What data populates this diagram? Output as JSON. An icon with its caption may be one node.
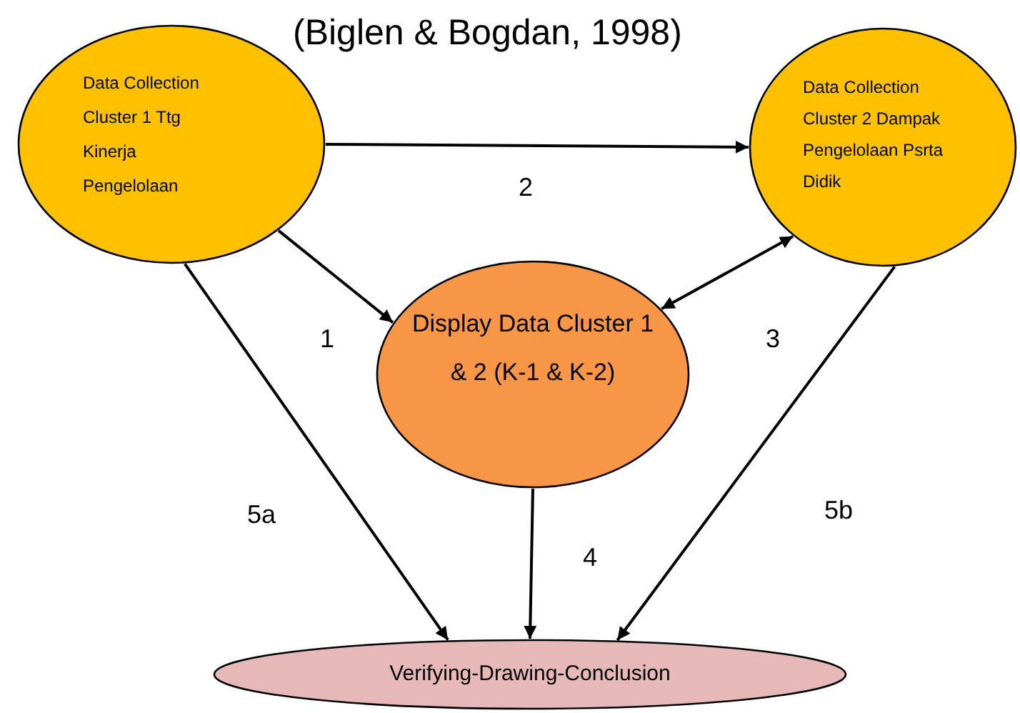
{
  "diagram": {
    "title": "(Biglen & Bogdan, 1998)",
    "nodes": [
      {
        "text": [
          "Data Collection Cluster 1 Ttg Kinerja Pengelolaan"
        ]
      },
      {
        "text": [
          "Data Collection Cluster 2 Dampak Pengelolaan Psrta Didik"
        ]
      },
      {
        "text": [
          "Display Data Cluster 1 & 2 (K-1 & K-2)"
        ]
      },
      {
        "text": [
          "Verifying-Drawing-Conclusion"
        ]
      }
    ],
    "edges": [
      {
        "from": 0,
        "to": 1,
        "arrow": "to",
        "label": "2"
      },
      {
        "from": 0,
        "to": 2,
        "arrow": "to",
        "label": "1"
      },
      {
        "from": 2,
        "to": 1,
        "arrow": "both",
        "label": "3"
      },
      {
        "from": 2,
        "to": 3,
        "arrow": "to",
        "label": "4"
      },
      {
        "from": 0,
        "to": 3,
        "arrow": "to",
        "label": "5a"
      },
      {
        "from": 1,
        "to": 3,
        "arrow": "to",
        "label": "5b"
      }
    ]
  }
}
